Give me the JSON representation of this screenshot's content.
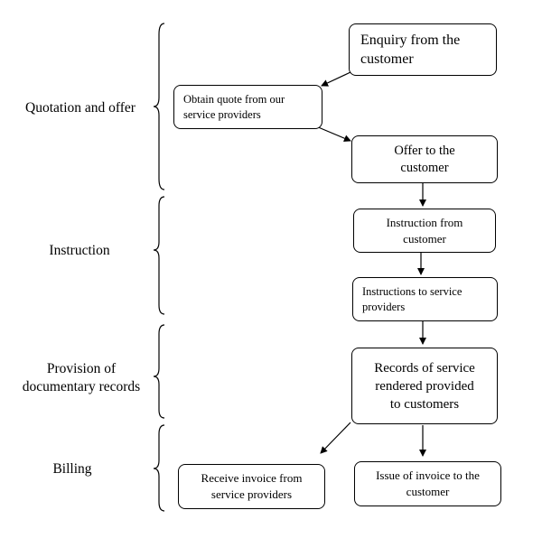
{
  "stages": [
    {
      "id": "quotation",
      "label": "Quotation and offer"
    },
    {
      "id": "instruction",
      "label": "Instruction"
    },
    {
      "id": "provision",
      "label": "Provision of\ndocumentary records"
    },
    {
      "id": "billing",
      "label": "Billing"
    }
  ],
  "nodes": [
    {
      "id": "enquiry",
      "text": "Enquiry from the\ncustomer"
    },
    {
      "id": "obtain-quote",
      "text": "Obtain quote from our\nservice providers"
    },
    {
      "id": "offer",
      "text": "Offer to the\ncustomer"
    },
    {
      "id": "instruction-from",
      "text": "Instruction from\ncustomer"
    },
    {
      "id": "instructions-to",
      "text": "Instructions to service\nproviders"
    },
    {
      "id": "records",
      "text": "Records of service\nrendered provided\nto customers"
    },
    {
      "id": "receive-invoice",
      "text": "Receive invoice from\nservice providers"
    },
    {
      "id": "issue-invoice",
      "text": "Issue of invoice to the\ncustomer"
    }
  ],
  "edges": [
    {
      "from": "enquiry",
      "to": "obtain-quote"
    },
    {
      "from": "obtain-quote",
      "to": "offer"
    },
    {
      "from": "offer",
      "to": "instruction-from"
    },
    {
      "from": "instruction-from",
      "to": "instructions-to"
    },
    {
      "from": "instructions-to",
      "to": "records"
    },
    {
      "from": "records",
      "to": "receive-invoice"
    },
    {
      "from": "records",
      "to": "issue-invoice"
    }
  ]
}
